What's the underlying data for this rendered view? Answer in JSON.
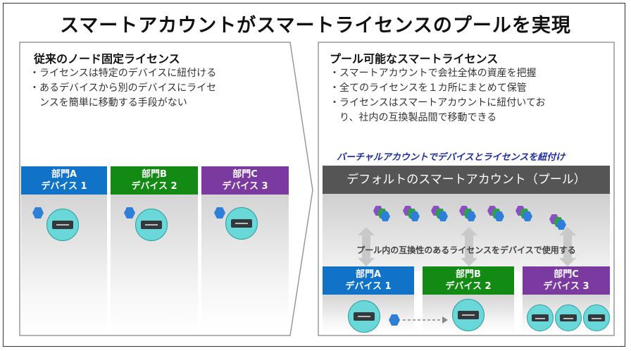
{
  "title": "スマートアカウントがスマートライセンスのプールを実現",
  "left": {
    "heading": "従来のノード固定ライセンス",
    "bullets": [
      "・ライセンスは特定のデバイスに紐付ける",
      "・あるデバイスから別のデバイスにライセ",
      "　ンスを簡単に移動する手段がない"
    ],
    "depts": [
      {
        "name": "部門A",
        "device": "デバイス 1",
        "color": "#1073c8"
      },
      {
        "name": "部門B",
        "device": "デバイス 2",
        "color": "#138a13"
      },
      {
        "name": "部門C",
        "device": "デバイス 3",
        "color": "#7a3aa0"
      }
    ]
  },
  "right": {
    "heading": "プール可能なスマートライセンス",
    "bullets": [
      "・スマートアカウントで会社全体の資産を把握",
      "・全てのライセンスを１カ所にまとめて保管",
      "・ライセンスはスマートアカウントに紐付いてお",
      "　り、社内の互換製品間で移動できる"
    ],
    "virtual_account_label": "バーチャルアカウントでデバイスとライセンスを紐付け",
    "pool_header": "デフォルトのスマートアカウント（プール）",
    "usage_label": "プール内の互換性のあるライセンスをデバイスで使用する",
    "depts": [
      {
        "name": "部門A",
        "device": "デバイス 1",
        "color": "#1073c8"
      },
      {
        "name": "部門B",
        "device": "デバイス 2",
        "color": "#138a13"
      },
      {
        "name": "部門C",
        "device": "デバイス 3",
        "color": "#7a3aa0"
      }
    ]
  },
  "colors": {
    "accent_label": "#1f2fa0",
    "pool_header_bg": "#555555",
    "device": "#6ad8d8",
    "license": "#2f7fd6"
  },
  "icons": [
    "license-hex-icon",
    "network-device-icon",
    "double-arrow-icon",
    "dashed-arrow-icon"
  ]
}
